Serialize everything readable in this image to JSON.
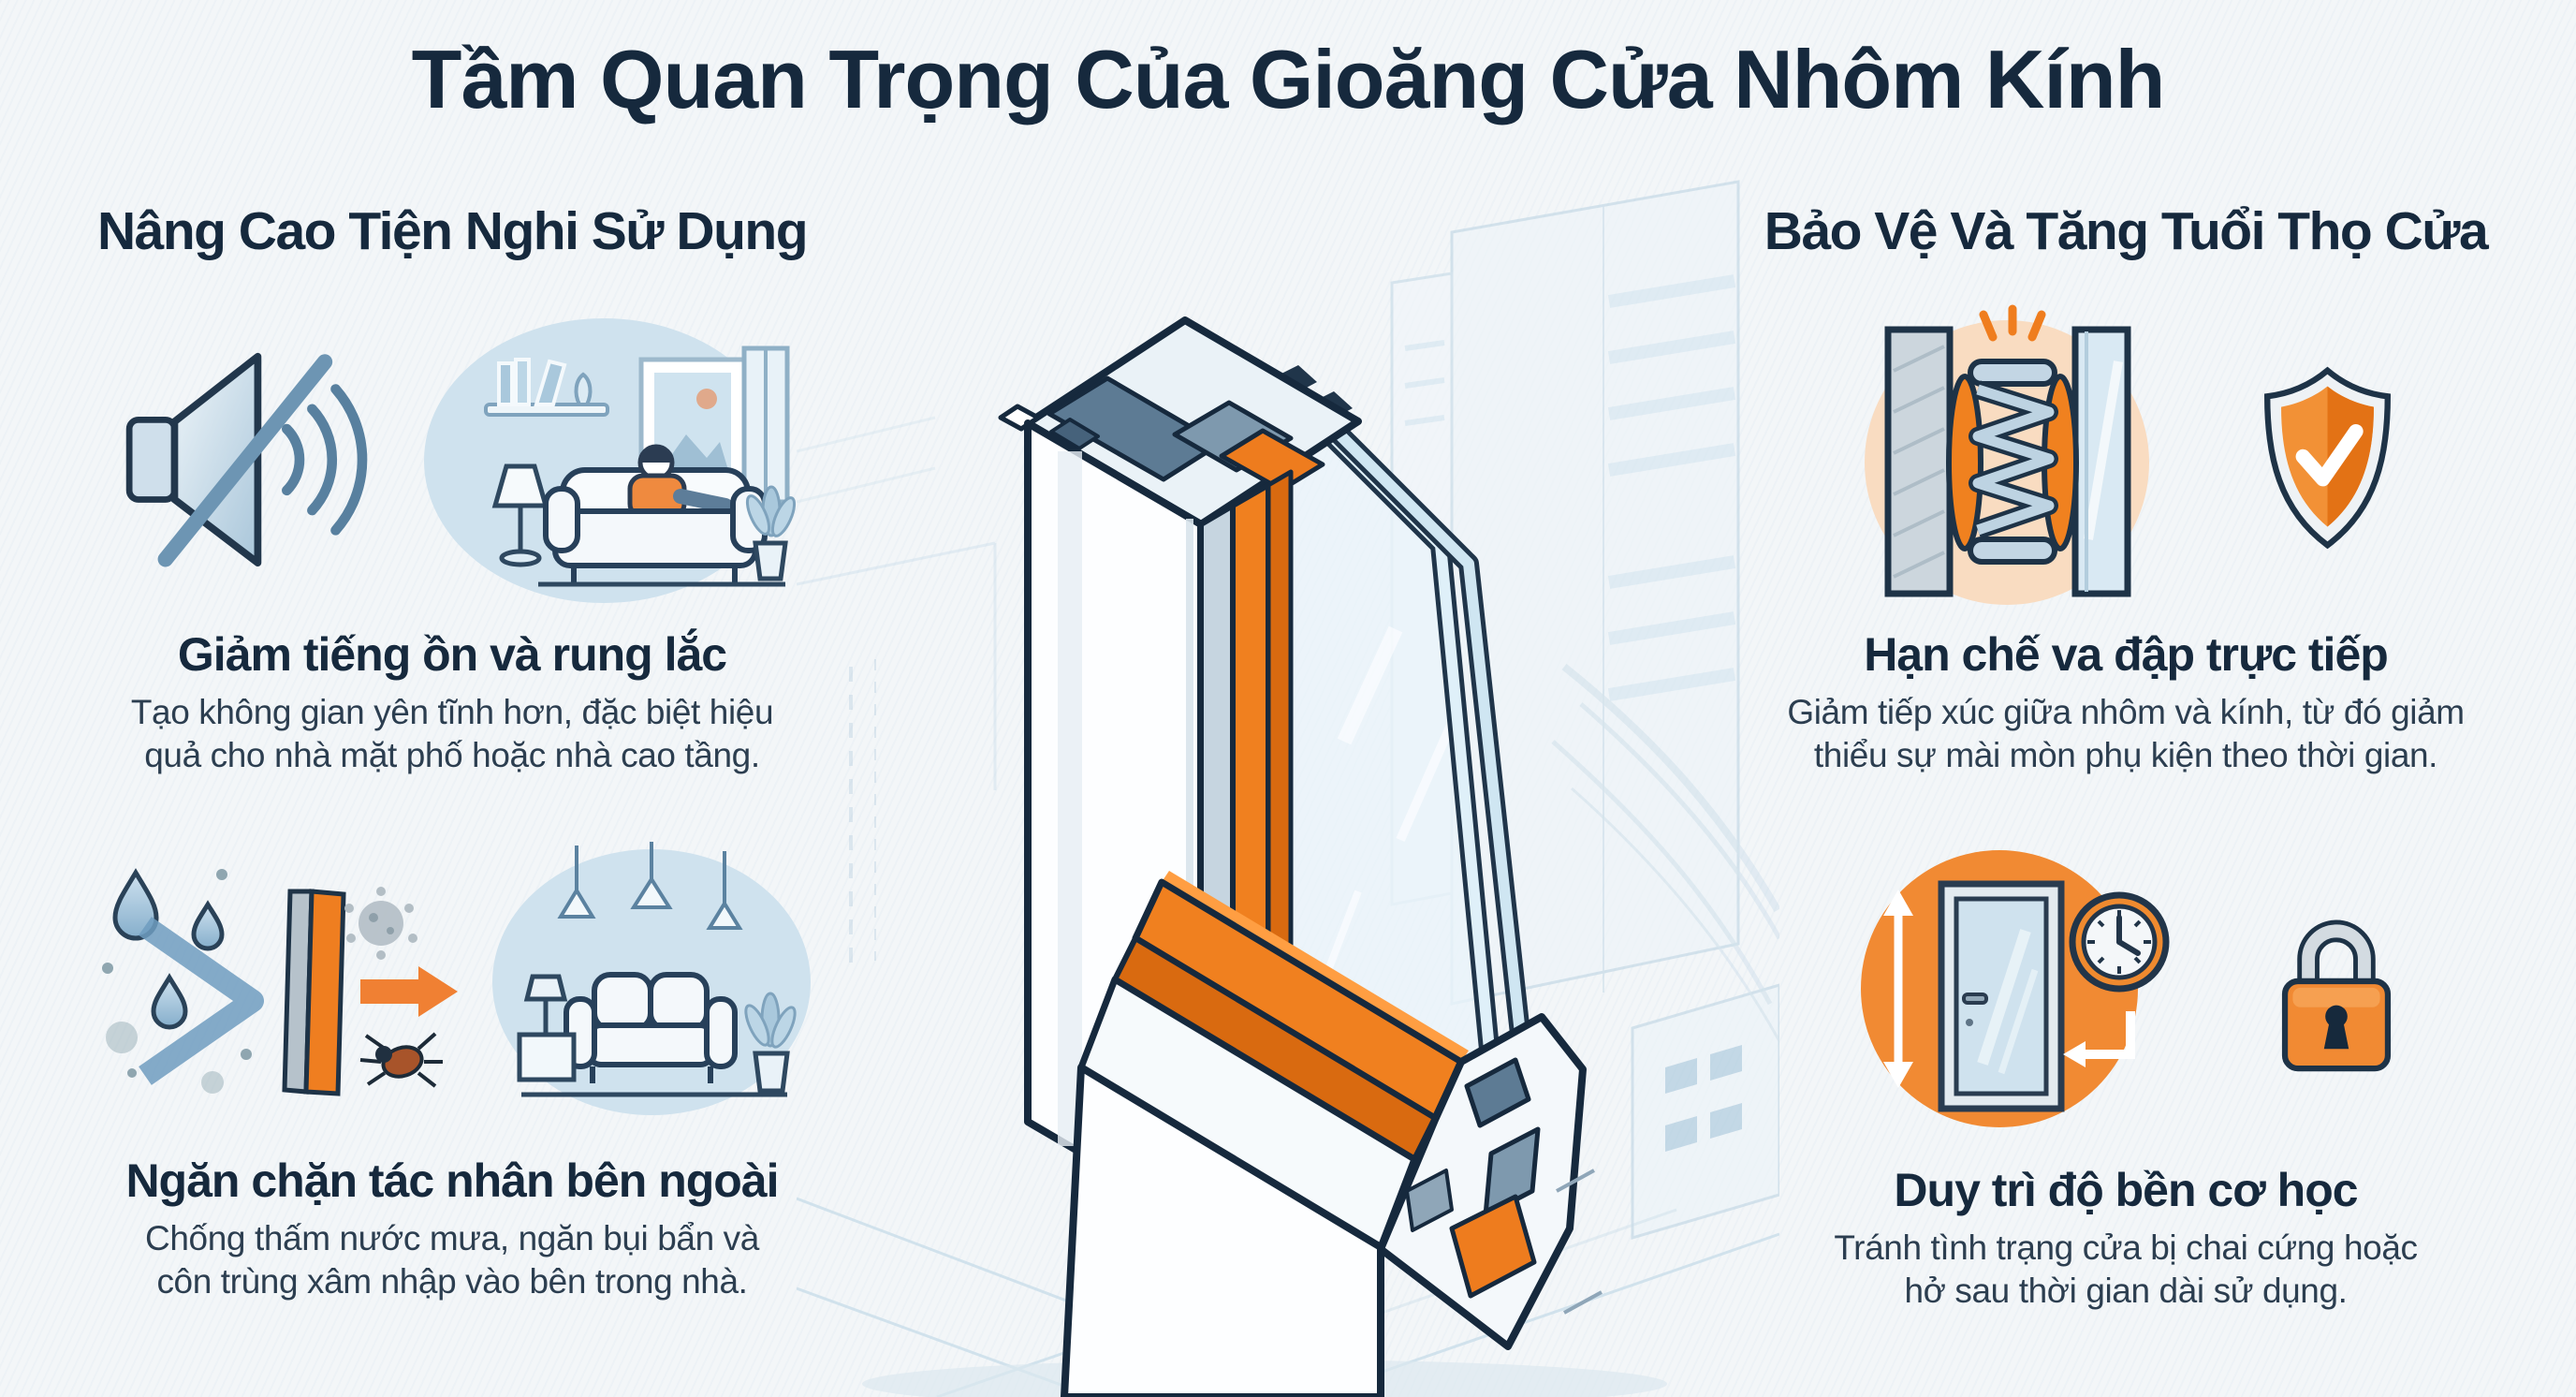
{
  "title": "Tầm Quan Trọng Của Gioăng Cửa Nhôm Kính",
  "left": {
    "heading": "Nâng Cao Tiện Nghi Sử Dụng",
    "sections": [
      {
        "subheading": "Giảm tiếng ồn và rung lắc",
        "body": "Tạo không gian yên tĩnh hơn, đặc biệt hiệu\nquả cho nhà mặt phố hoặc nhà cao tầng.",
        "icons": [
          "muted-speaker-icon",
          "relaxing-living-room-illustration"
        ]
      },
      {
        "subheading": "Ngăn chặn tác nhân bên ngoài",
        "body": "Chống thấm nước mưa, ngăn bụi bẩn và\ncôn trùng xâm nhập vào bên trong nhà.",
        "icons": [
          "weather-dust-insect-barrier-icon",
          "protected-living-room-illustration"
        ]
      }
    ]
  },
  "right": {
    "heading": "Bảo Vệ Và Tăng Tuổi Thọ Cửa",
    "sections": [
      {
        "subheading": "Hạn chế va đập trực tiếp",
        "body": "Giảm tiếp xúc giữa nhôm và kính, từ đó giảm\nthiểu sự mài mòn phụ kiện theo thời gian.",
        "icons": [
          "gasket-compression-icon",
          "shield-check-icon"
        ]
      },
      {
        "subheading": "Duy trì độ bền cơ học",
        "body": "Tránh tình trạng cửa bị chai cứng hoặc\nhở sau thời gian dài sử dụng.",
        "icons": [
          "door-height-clock-icon",
          "padlock-icon"
        ]
      }
    ]
  },
  "center_illustration": {
    "subject": "aluminum-window-frame-cutaway-with-orange-gasket-and-double-glazing",
    "elements": [
      "aluminum-mullion-cross-section",
      "orange-gasket-strip",
      "double-glazing-panes",
      "sill-profile-cutaway",
      "city-building-outlines",
      "floor-perspective-lines"
    ]
  },
  "colors": {
    "background": "#f3f6f8",
    "heading_navy": "#16293d",
    "body_text": "#2c3e50",
    "outline_navy": "#1e3347",
    "accent_orange": "#f0801f",
    "accent_orange_dark": "#d96a10",
    "steel_blue": "#5d86a8",
    "light_blue": "#cfe2ee",
    "peach": "#f9dcc1"
  }
}
